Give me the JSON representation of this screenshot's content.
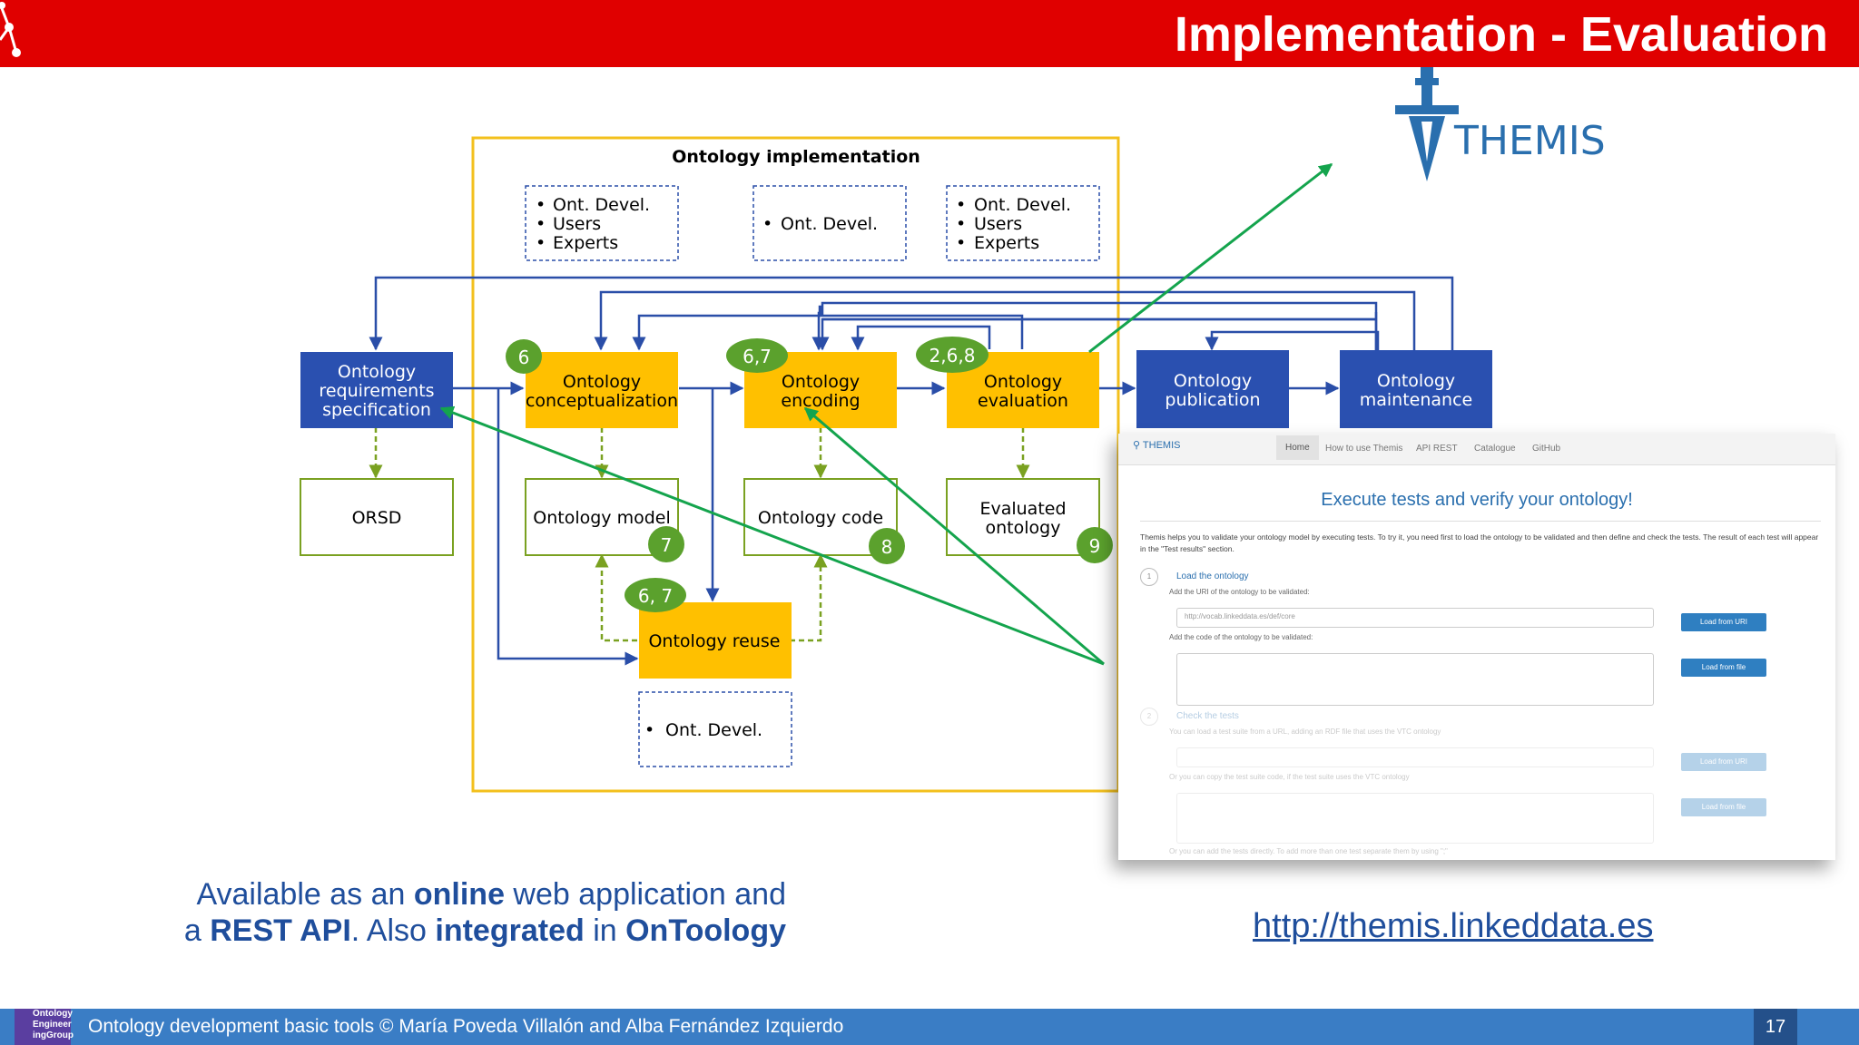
{
  "slide": {
    "title": "Implementation - Evaluation",
    "page_number": "17"
  },
  "colors": {
    "header_red": "#e00000",
    "process_yellow": "#ffc000",
    "process_blue": "#2a50b0",
    "badge_green": "#5ba12d",
    "arrow_green": "#14a44d",
    "footer_blue": "#3a7dc5"
  },
  "diagram": {
    "container_title": "Ontology implementation",
    "actors": {
      "a1": [
        "Ont. Devel.",
        "Users",
        "Experts"
      ],
      "a2": [
        "Ont. Devel."
      ],
      "a3": [
        "Ont. Devel.",
        "Users",
        "Experts"
      ],
      "a4": [
        "Ont. Devel."
      ]
    },
    "processes": {
      "req": [
        "Ontology",
        "requirements",
        "specification"
      ],
      "concept": [
        "Ontology",
        "conceptualization"
      ],
      "encoding": [
        "Ontology",
        "encoding"
      ],
      "evaluation": [
        "Ontology",
        "evaluation"
      ],
      "publication": [
        "Ontology",
        "publication"
      ],
      "maintenance": [
        "Ontology",
        "maintenance"
      ],
      "reuse": [
        "Ontology reuse"
      ]
    },
    "products": {
      "orsd": [
        "ORSD"
      ],
      "model": [
        "Ontology model"
      ],
      "code": [
        "Ontology code"
      ],
      "evaluated": [
        "Evaluated",
        "ontology"
      ]
    },
    "badges": {
      "concept": "6",
      "encoding": "6,7",
      "evaluation": "2,6,8",
      "reuse": "6, 7",
      "model": "7",
      "code": "8",
      "evaluated": "9"
    }
  },
  "themis": {
    "logo_text": "THEMIS",
    "screenshot": {
      "logo": "THEMIS",
      "nav": [
        "Home",
        "How to use Themis",
        "API REST",
        "Catalogue",
        "GitHub"
      ],
      "heading": "Execute tests and verify your ontology!",
      "intro": "Themis helps you to validate your ontology model by executing tests. To try it, you need first to load the ontology to be validated and then define and check the tests. The result of each test will appear in the \"Test results\" section.",
      "step1": {
        "number": "1",
        "title": "Load the ontology",
        "hint_uri": "Add the URI of the ontology to be validated:",
        "uri_placeholder": "http://vocab.linkeddata.es/def/core",
        "hint_code": "Add the code of the ontology to be validated:",
        "btn_uri": "Load from URI",
        "btn_file": "Load from file"
      },
      "step2": {
        "number": "2",
        "title": "Check the tests",
        "hint_url": "You can load a test suite from a URL, adding an RDF file that uses the VTC ontology",
        "hint_copy": "Or you can copy the test suite code, if the test suite uses the VTC ontology",
        "hint_add": "Or you can add the tests directly. To add more than one test separate them by using \";\"",
        "btn_uri": "Load from URI",
        "btn_file": "Load from file"
      }
    }
  },
  "bottom": {
    "available_1_pre": "Available as an ",
    "available_1_bold": "online",
    "available_1_post": " web application and",
    "available_2_pre": "a ",
    "available_2_bold1": "REST API",
    "available_2_mid": ". Also ",
    "available_2_bold2": "integrated",
    "available_2_in": " in ",
    "available_2_bold3": "OnToology",
    "url": "http://themis.linkeddata.es"
  },
  "footer": {
    "logo_lines": [
      "Ontology",
      "Engineer",
      "ingGroup"
    ],
    "text": "Ontology development basic tools  © María Poveda Villalón  and Alba Fernández Izquierdo"
  }
}
